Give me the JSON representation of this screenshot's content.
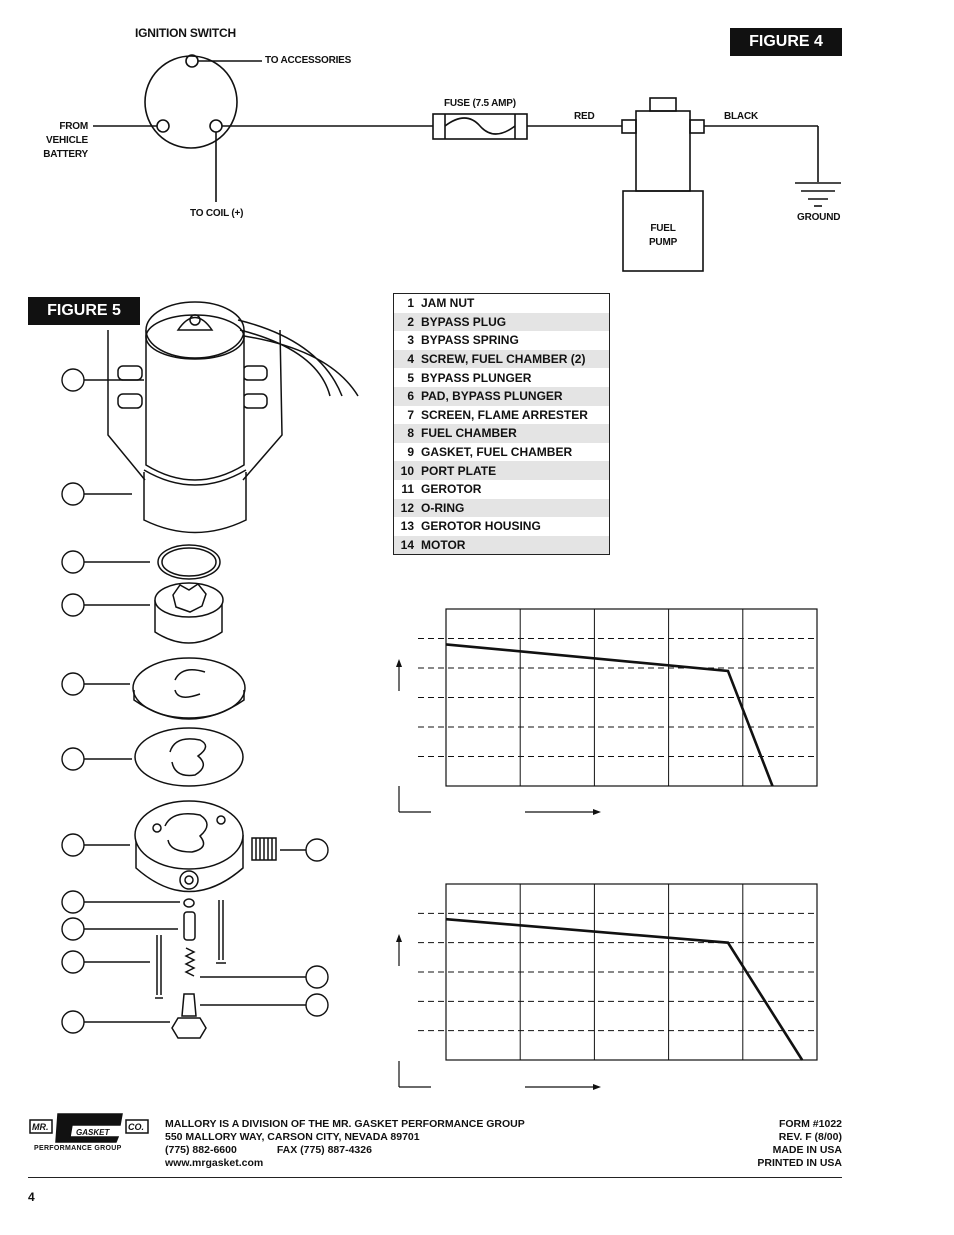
{
  "figure4": {
    "tag": "FIGURE 4",
    "ignition_switch": "IGNITION SWITCH",
    "to_accessories": "TO ACCESSORIES",
    "from_battery": [
      "FROM",
      "VEHICLE",
      "BATTERY"
    ],
    "to_coil": "TO COIL (+)",
    "fuse": "FUSE (7.5 AMP)",
    "red": "RED",
    "black": "BLACK",
    "fuel_pump": [
      "FUEL",
      "PUMP"
    ],
    "ground": "GROUND"
  },
  "figure5": {
    "tag": "FIGURE 5",
    "parts": [
      {
        "num": "1",
        "name": "JAM NUT"
      },
      {
        "num": "2",
        "name": "BYPASS PLUG"
      },
      {
        "num": "3",
        "name": "BYPASS SPRING"
      },
      {
        "num": "4",
        "name": "SCREW, FUEL CHAMBER (2)"
      },
      {
        "num": "5",
        "name": "BYPASS PLUNGER"
      },
      {
        "num": "6",
        "name": "PAD, BYPASS PLUNGER"
      },
      {
        "num": "7",
        "name": "SCREEN, FLAME ARRESTER"
      },
      {
        "num": "8",
        "name": "FUEL CHAMBER"
      },
      {
        "num": "9",
        "name": "GASKET, FUEL CHAMBER"
      },
      {
        "num": "10",
        "name": "PORT PLATE"
      },
      {
        "num": "11",
        "name": "GEROTOR"
      },
      {
        "num": "12",
        "name": "O-RING"
      },
      {
        "num": "13",
        "name": "GEROTOR HOUSING"
      },
      {
        "num": "14",
        "name": "MOTOR"
      }
    ]
  },
  "chart_data": [
    {
      "type": "line",
      "x": [
        0,
        3.8,
        4.4
      ],
      "y": [
        4.8,
        3.9,
        0
      ],
      "xlim": [
        0,
        5
      ],
      "ylim": [
        0,
        6
      ],
      "grid": true
    },
    {
      "type": "line",
      "x": [
        0,
        3.8,
        4.8
      ],
      "y": [
        4.8,
        4.0,
        0
      ],
      "xlim": [
        0,
        5
      ],
      "ylim": [
        0,
        6
      ],
      "grid": true
    }
  ],
  "footer": {
    "logo": {
      "mr": "MR.",
      "gasket": "GASKET",
      "co": "CO.",
      "group": "PERFORMANCE GROUP"
    },
    "company": "MALLORY IS A DIVISION OF THE MR. GASKET PERFORMANCE GROUP",
    "address": "550 MALLORY WAY, CARSON CITY, NEVADA 89701",
    "phone": "(775) 882-6600",
    "fax": "FAX (775) 887-4326",
    "web": "www.mrgasket.com",
    "form": "FORM #1022",
    "rev": "REV. F (8/00)",
    "made": "MADE IN USA",
    "printed": "PRINTED IN USA",
    "page": "4"
  }
}
